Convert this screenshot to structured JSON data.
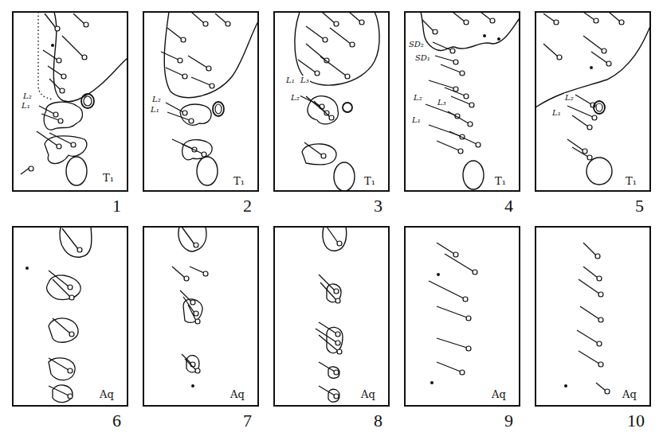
{
  "diagram": {
    "labels": [
      "L₂",
      "L₁",
      "T₁",
      "L₂",
      "L₁",
      "T₁",
      "L₁",
      "L₃",
      "L₂",
      "T₁",
      "SD₂",
      "SD₁",
      "L₂",
      "L₃",
      "L₁",
      "T₁",
      "L₂",
      "L₁",
      "T₁",
      "1",
      "2",
      "3",
      "4",
      "5",
      "Aq",
      "Aq",
      "Aq",
      "Aq",
      "Aq",
      "6",
      "7",
      "8",
      "9",
      "10"
    ]
  }
}
